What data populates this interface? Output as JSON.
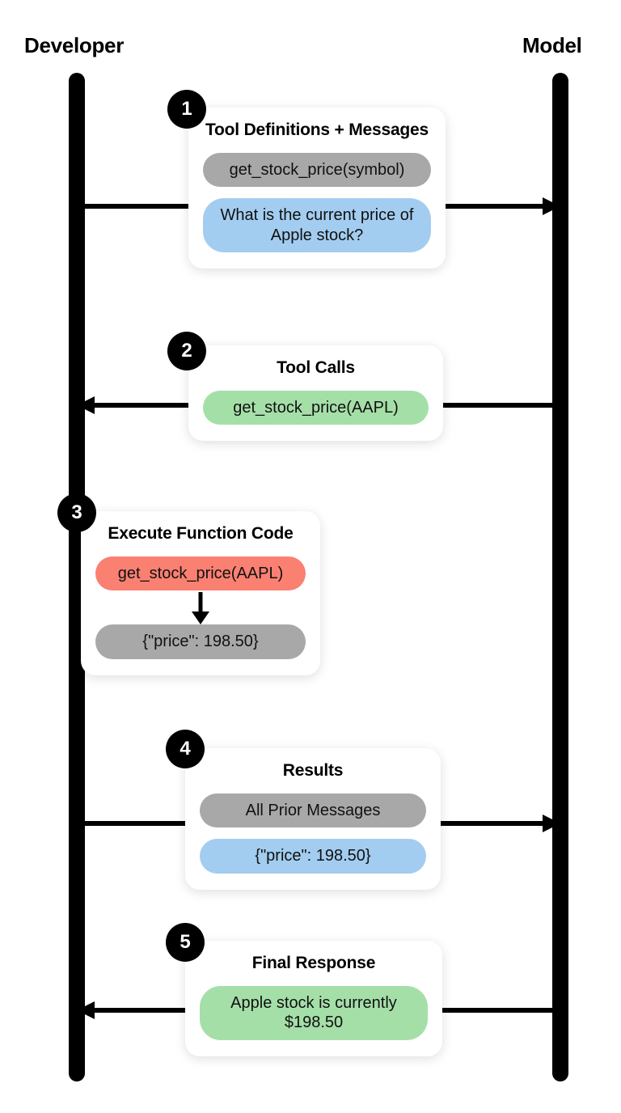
{
  "diagram": {
    "actors": {
      "left": "Developer",
      "right": "Model"
    },
    "steps": [
      {
        "number": "1",
        "title": "Tool Definitions + Messages",
        "pills": [
          {
            "text": "get_stock_price(symbol)",
            "color": "#a8a8a8"
          },
          {
            "text": "What is the current price of Apple stock?",
            "color": "#a3cdf0"
          }
        ],
        "arrow_direction": "right"
      },
      {
        "number": "2",
        "title": "Tool Calls",
        "pills": [
          {
            "text": "get_stock_price(AAPL)",
            "color": "#a5dfa8"
          }
        ],
        "arrow_direction": "left"
      },
      {
        "number": "3",
        "title": "Execute Function Code",
        "pills": [
          {
            "text": "get_stock_price(AAPL)",
            "color": "#fa8072"
          },
          {
            "text": "{\"price\": 198.50}",
            "color": "#a8a8a8"
          }
        ],
        "arrow_direction": "none"
      },
      {
        "number": "4",
        "title": "Results",
        "pills": [
          {
            "text": "All Prior Messages",
            "color": "#a8a8a8"
          },
          {
            "text": "{\"price\": 198.50}",
            "color": "#a3cdf0"
          }
        ],
        "arrow_direction": "right"
      },
      {
        "number": "5",
        "title": "Final Response",
        "pills": [
          {
            "text": "Apple stock is currently $198.50",
            "color": "#a5dfa8"
          }
        ],
        "arrow_direction": "left"
      }
    ],
    "colors": {
      "gray": "#a8a8a8",
      "blue": "#a3cdf0",
      "green": "#a5dfa8",
      "salmon": "#fa8072",
      "lifeline": "#000000",
      "background": "#ffffff"
    }
  }
}
